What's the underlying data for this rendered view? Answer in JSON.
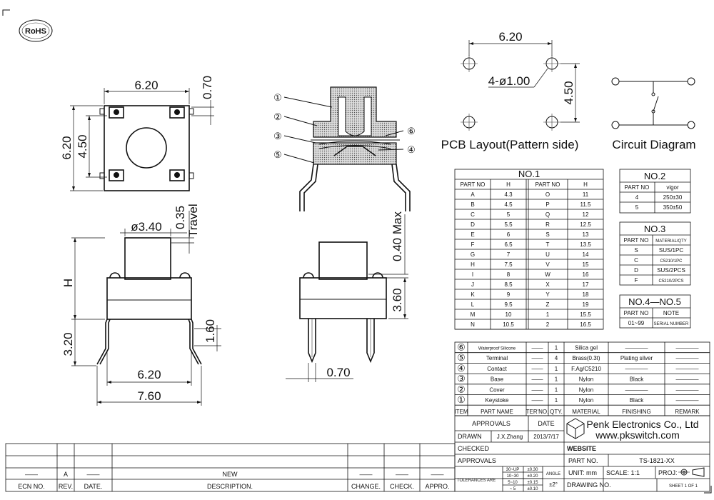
{
  "rohs": "RoHS",
  "dims": {
    "top_width": "6.20",
    "top_offset": "0.70",
    "top_height": "6.20",
    "top_inner": "4.50",
    "keycap_dia": "ø3.40",
    "travel": "0.35",
    "travel_label": "Travel",
    "height_label": "H",
    "pin_length": "3.20",
    "pin_stub": "1.60",
    "body_width": "6.20",
    "overall_width": "7.60",
    "pin_offset": "0.70",
    "max_travel": "0.40 Max",
    "side_pin": "3.60"
  },
  "pcb": {
    "width": "6.20",
    "height": "4.50",
    "holes": "4-ø1.00",
    "caption": "PCB Layout(Pattern side)"
  },
  "circuit": {
    "caption": "Circuit Diagram"
  },
  "callouts": [
    "①",
    "②",
    "③",
    "④",
    "⑤",
    "⑥"
  ],
  "no1": {
    "title": "NO.1",
    "headers": [
      "PART NO",
      "H",
      "PART NO",
      "H"
    ],
    "left": [
      [
        "A",
        "4.3"
      ],
      [
        "B",
        "4.5"
      ],
      [
        "C",
        "5"
      ],
      [
        "D",
        "5.5"
      ],
      [
        "E",
        "6"
      ],
      [
        "F",
        "6.5"
      ],
      [
        "G",
        "7"
      ],
      [
        "H",
        "7.5"
      ],
      [
        "I",
        "8"
      ],
      [
        "J",
        "8.5"
      ],
      [
        "K",
        "9"
      ],
      [
        "L",
        "9.5"
      ],
      [
        "M",
        "10"
      ],
      [
        "N",
        "10.5"
      ]
    ],
    "right": [
      [
        "O",
        "11"
      ],
      [
        "P",
        "11.5"
      ],
      [
        "Q",
        "12"
      ],
      [
        "R",
        "12.5"
      ],
      [
        "S",
        "13"
      ],
      [
        "T",
        "13.5"
      ],
      [
        "U",
        "14"
      ],
      [
        "V",
        "15"
      ],
      [
        "W",
        "16"
      ],
      [
        "X",
        "17"
      ],
      [
        "Y",
        "18"
      ],
      [
        "Z",
        "19"
      ],
      [
        "1",
        "15.5"
      ],
      [
        "2",
        "16.5"
      ]
    ]
  },
  "no2": {
    "title": "NO.2",
    "headers": [
      "PART NO",
      "vigor"
    ],
    "rows": [
      [
        "4",
        "250±30"
      ],
      [
        "5",
        "350±50"
      ]
    ]
  },
  "no3": {
    "title": "NO.3",
    "headers": [
      "PART NO",
      "MATERIAL/QTY"
    ],
    "rows": [
      [
        "S",
        "SUS/1PC"
      ],
      [
        "C",
        "C5210/1PC"
      ],
      [
        "D",
        "SUS/2PCS"
      ],
      [
        "F",
        "C5210/2PCS"
      ]
    ]
  },
  "no45": {
    "title": "NO.4—NO.5",
    "headers": [
      "PART NO",
      "NOTE"
    ],
    "rows": [
      [
        "01~99",
        "SERIAL NUMBER"
      ]
    ]
  },
  "bom": {
    "rows": [
      {
        "item": "⑥",
        "name": "Waterproof Silicone",
        "ter": "——",
        "qty": "1",
        "material": "Silica gel",
        "finish": "————",
        "remark": "————"
      },
      {
        "item": "⑤",
        "name": "Terminal",
        "ter": "——",
        "qty": "4",
        "material": "Brass(0.3t)",
        "finish": "Plating silver",
        "remark": "————"
      },
      {
        "item": "④",
        "name": "Contact",
        "ter": "——",
        "qty": "1",
        "material": "F.Ag/C5210",
        "finish": "————",
        "remark": "————"
      },
      {
        "item": "③",
        "name": "Base",
        "ter": "——",
        "qty": "1",
        "material": "Nylon",
        "finish": "Black",
        "remark": "————"
      },
      {
        "item": "②",
        "name": "Cover",
        "ter": "——",
        "qty": "1",
        "material": "Nylon",
        "finish": "————",
        "remark": "————"
      },
      {
        "item": "①",
        "name": "Keystoke",
        "ter": "——",
        "qty": "1",
        "material": "Nylon",
        "finish": "Black",
        "remark": "————"
      }
    ],
    "headers": [
      "ITEM",
      "PART NAME",
      "TER'NO.",
      "QTY.",
      "MATERIAL",
      "FINISHING",
      "REMARK"
    ]
  },
  "title_block": {
    "approvals": "APPROVALS",
    "date": "DATE",
    "drawn": "DRAWN",
    "drawn_by": "J.X.Zhang",
    "drawn_date": "2013/7/17",
    "checked": "CHECKED",
    "approvals2": "APPROVALS",
    "company": "Penk Electronics Co., Ltd",
    "site": "www.pkswitch.com",
    "website": "WEBSITE",
    "part_no_label": "PART NO.",
    "part_no": "TS-1821-XX",
    "tolerances": "TOLERANCES ARE",
    "tol_ranges": [
      "30~UP",
      "10~30",
      "5~10",
      "~ 5"
    ],
    "tol_values": [
      "±0.30",
      "±0.20",
      "±0.15",
      "±0.10"
    ],
    "angle": "ANGLE",
    "angle_tol": "±2°",
    "unit": "UNIT: mm",
    "scale": "SCALE: 1:1",
    "proj": "PROJ:",
    "drawing_no": "DRAWING NO.",
    "sheet": "SHEET 1 OF 1"
  },
  "revision": {
    "row": [
      "——",
      "A",
      "——",
      "NEW",
      "——",
      "——",
      "——"
    ],
    "headers": [
      "ECN NO.",
      "REV.",
      "DATE.",
      "DESCRIPTION.",
      "CHANGE.",
      "CHECK.",
      "APPRO."
    ]
  }
}
